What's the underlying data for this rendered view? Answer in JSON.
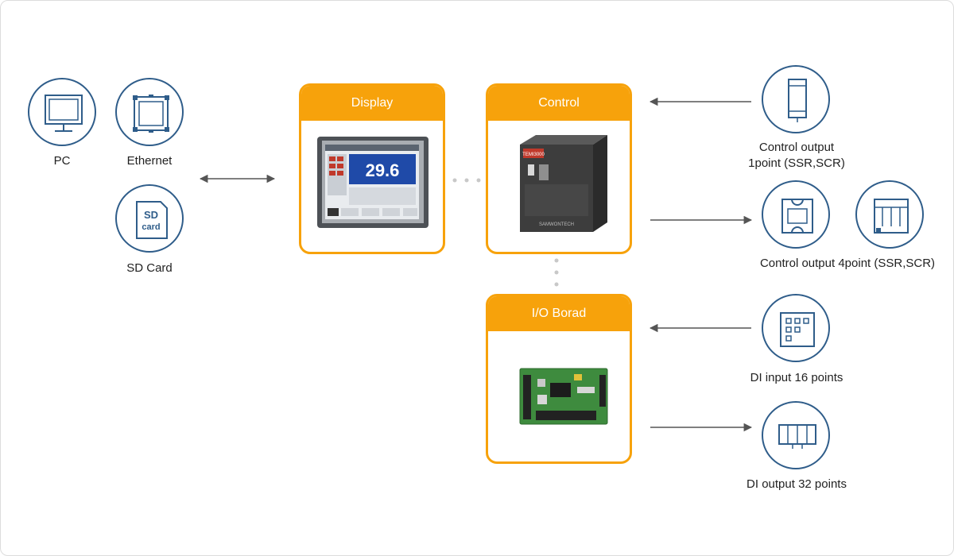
{
  "left": {
    "pc": {
      "label": "PC"
    },
    "ethernet": {
      "label": "Ethernet"
    },
    "sd": {
      "label": "SD Card",
      "icon_text_1": "SD",
      "icon_text_2": "card"
    }
  },
  "boxes": {
    "display": {
      "title": "Display",
      "screen_value": "29.6"
    },
    "control": {
      "title": "Control",
      "brand": "TEMI3000",
      "maker": "SAMWONTECH"
    },
    "io": {
      "title": "I/O Borad"
    }
  },
  "right": {
    "control_output_1": {
      "line1": "Control output",
      "line2": "1point (SSR,SCR)"
    },
    "control_output_4": {
      "label": "Control output 4point (SSR,SCR)"
    },
    "di_input": {
      "label": "DI input 16 points"
    },
    "di_output": {
      "label": "DI output 32 points"
    }
  },
  "colors": {
    "accent": "#f7a20b",
    "icon_stroke": "#2f5d8a",
    "arrow": "#555555"
  }
}
